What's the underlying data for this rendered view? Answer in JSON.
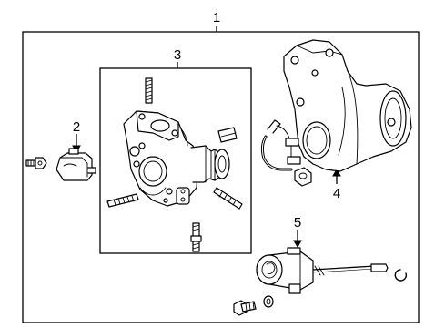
{
  "callouts": {
    "assembly": "1",
    "actuator": "2",
    "turbo_housing": "3",
    "exhaust_pipe": "4",
    "wastegate_actuator": "5"
  }
}
